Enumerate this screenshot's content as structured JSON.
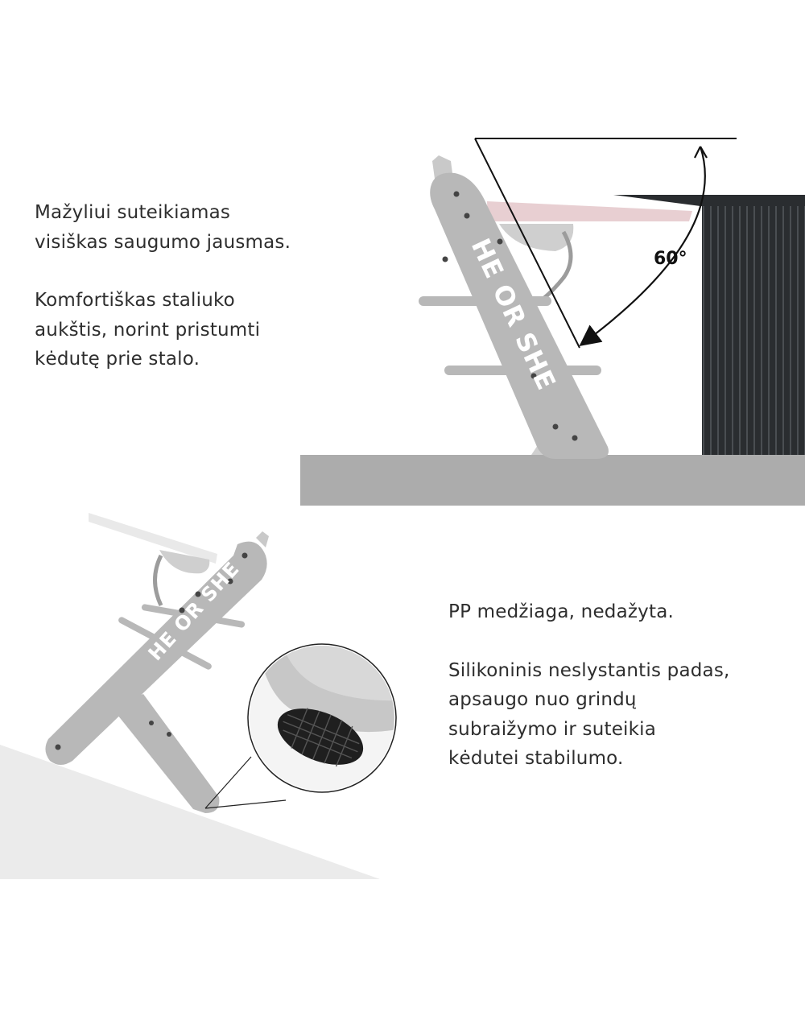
{
  "top_text": {
    "line1": "Mažyliui suteikiamas",
    "line2": "visiškas saugumo jausmas.",
    "line3": "Komfortiškas staliuko",
    "line4": "aukštis, norint pristumti",
    "line5": "kėdutę prie stalo."
  },
  "bottom_text": {
    "line1": "PP medžiaga, nedažyta.",
    "line2": "Silikoninis neslystantis padas,",
    "line3": "apsaugo nuo grindų",
    "line4": "subraižymo ir suteikia",
    "line5": "kėdutei stabilumo."
  },
  "angle_label": "60°",
  "brand_text": "HE OR SHE",
  "colors": {
    "chair_gray": "#b8b8b8",
    "floor_gray": "#acacac",
    "tray_pink": "#e8cfd2",
    "table_dark": "#2a2d30",
    "text": "#2e2e2e"
  }
}
